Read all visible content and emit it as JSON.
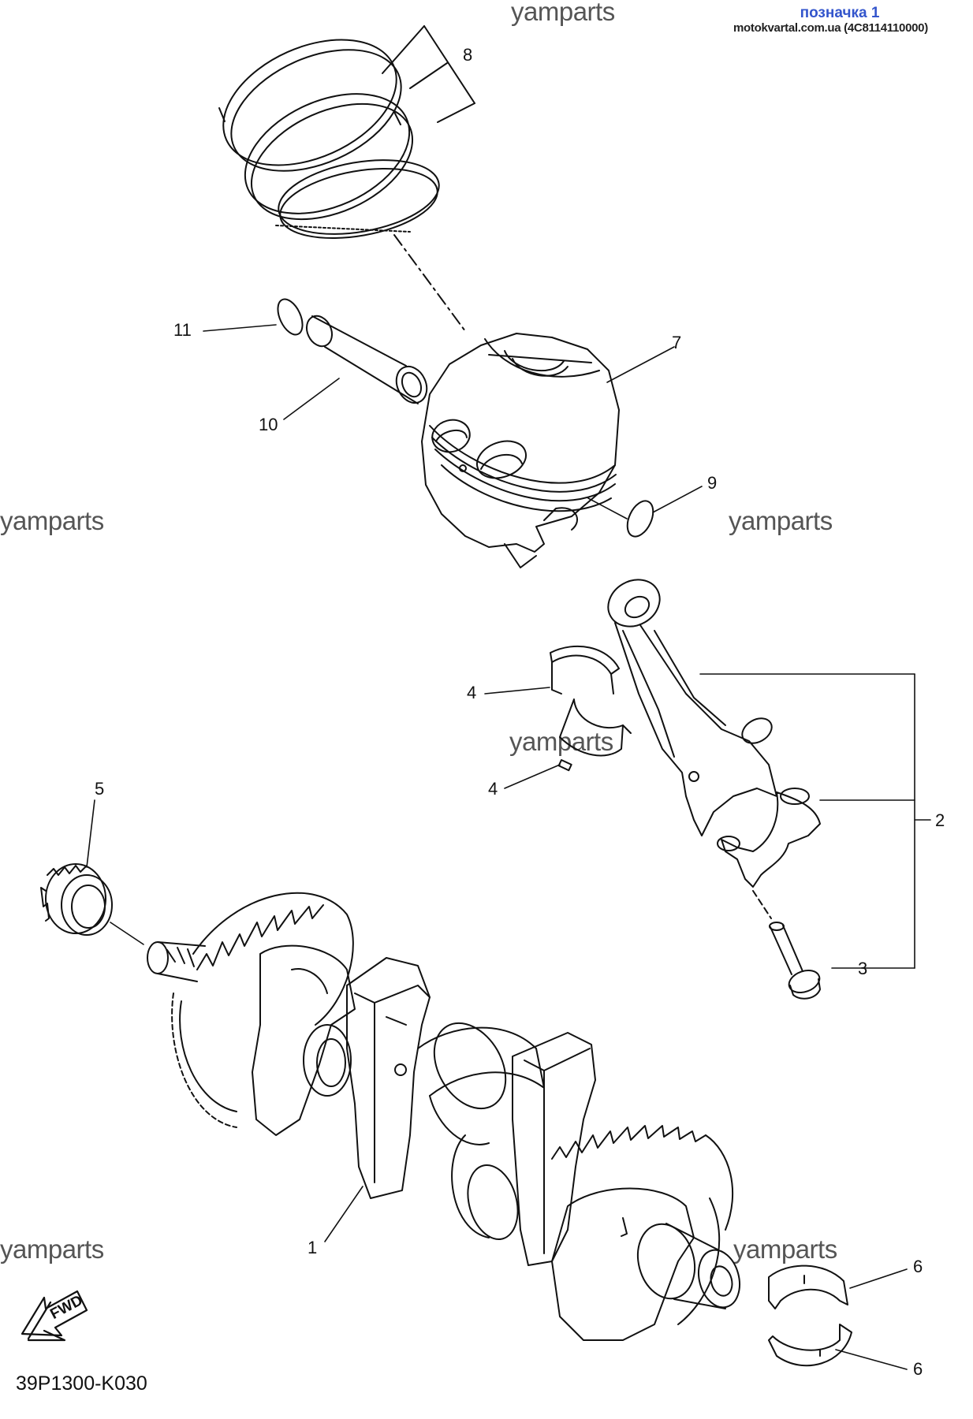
{
  "header": {
    "title": "позначка 1",
    "subtitle": "motokvartal.com.ua (4C8114110000)"
  },
  "watermark": "yamparts",
  "diagram_code": "39P1300-K030",
  "fwd_label": "FWD",
  "callouts": [
    "1",
    "2",
    "3",
    "4",
    "4",
    "5",
    "6",
    "6",
    "7",
    "8",
    "9",
    "10",
    "11"
  ]
}
